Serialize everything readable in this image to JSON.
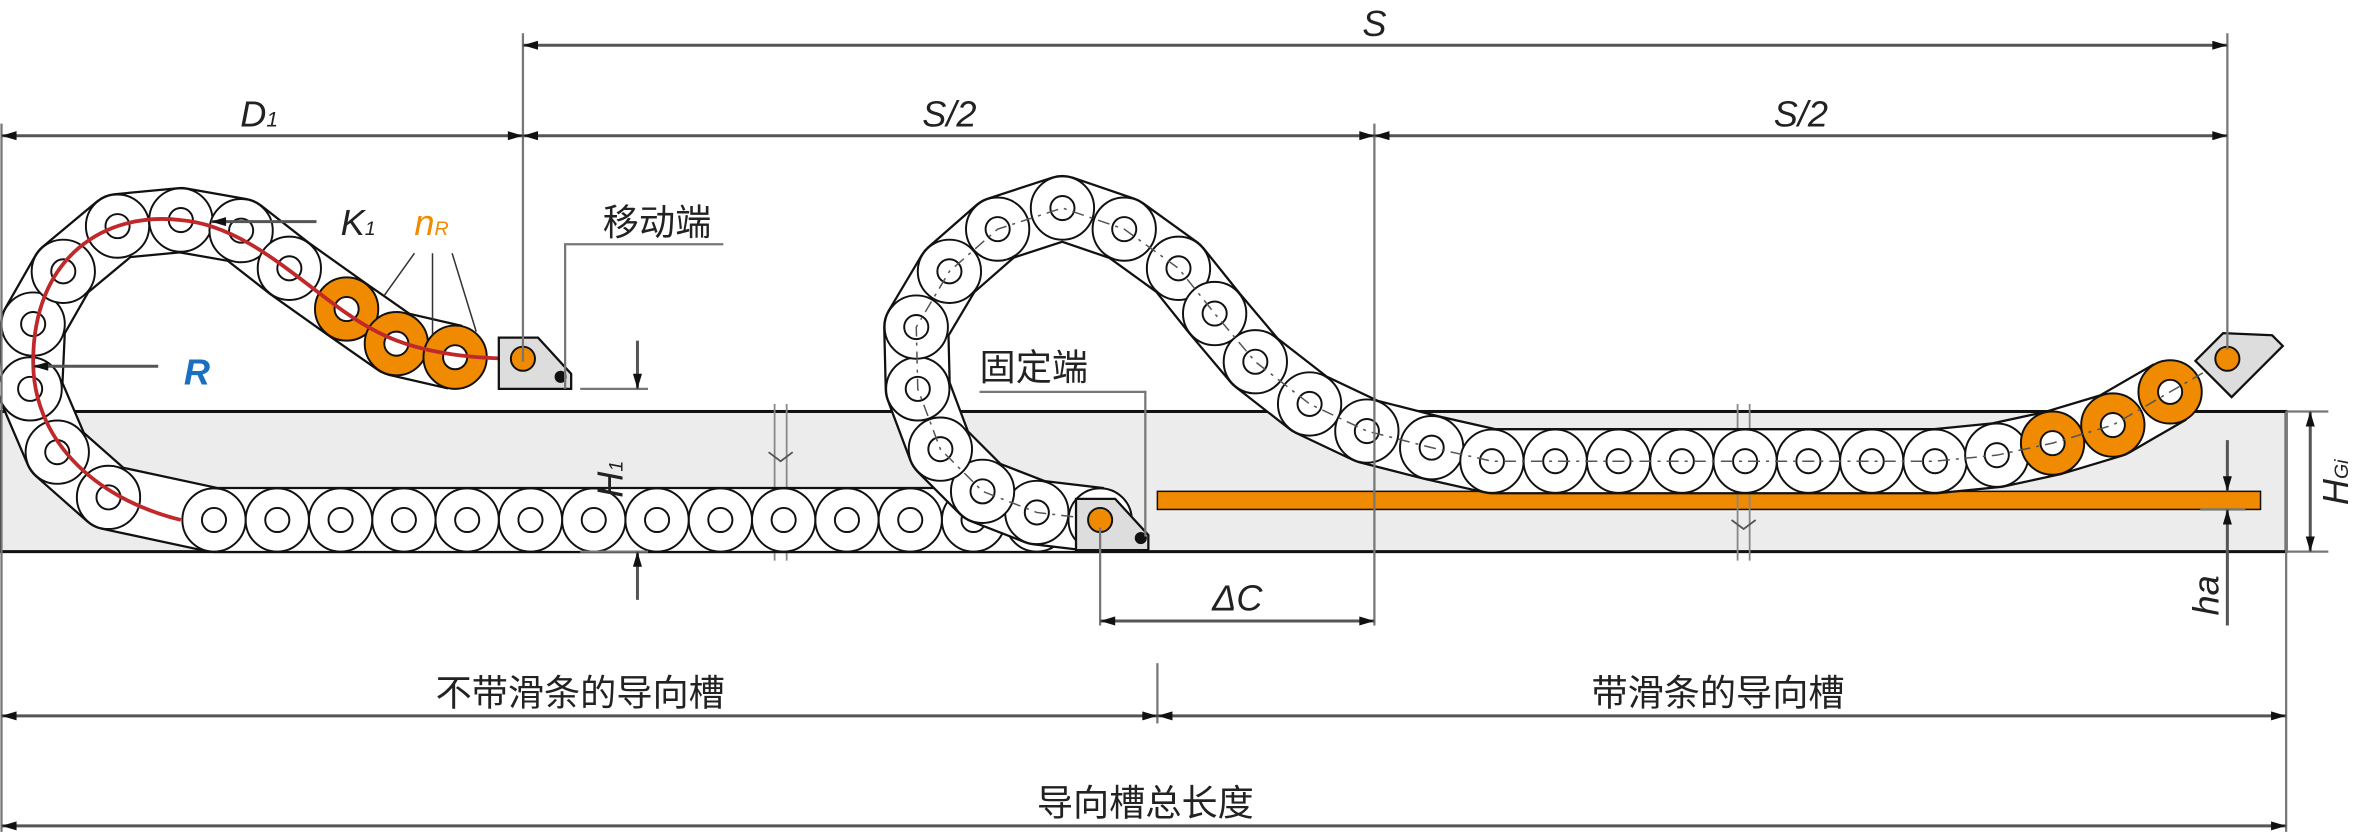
{
  "dimensions": {
    "s": "S",
    "s_half_left": "S/2",
    "s_half_right": "S/2",
    "d1": "D",
    "d1_sub": "1",
    "k1": "K",
    "k1_sub": "1",
    "nr": "n",
    "nr_sub": "R",
    "r": "R",
    "h1": "H",
    "h1_sub": "1",
    "delta_c": "ΔC",
    "hgi": "H",
    "hgi_sub": "Gi",
    "ha": "ha"
  },
  "labels": {
    "moving_end": "移动端",
    "fixed_end": "固定端",
    "trough_without_slide": "不带滑条的导向槽",
    "trough_with_slide": "带滑条的导向槽",
    "total_length": "导向槽总长度"
  },
  "colors": {
    "orange": "#f08a00",
    "red": "#c0282a",
    "blue": "#1a6fc0",
    "trough": "#ececec"
  }
}
